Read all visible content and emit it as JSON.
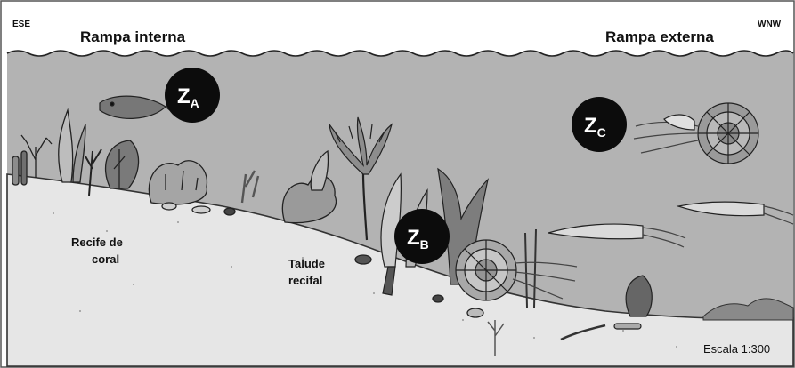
{
  "header": {
    "direction_left": "ESE",
    "direction_right": "WNW",
    "zone_left_title": "Rampa interna",
    "zone_right_title": "Rampa externa"
  },
  "zones": [
    {
      "letter": "Z",
      "sub": "A"
    },
    {
      "letter": "Z",
      "sub": "B"
    },
    {
      "letter": "Z",
      "sub": "C"
    }
  ],
  "labels": {
    "coral_reef_line1": "Recife de",
    "coral_reef_line2": "coral",
    "reef_slope_line1": "Talude",
    "reef_slope_line2": "recifal",
    "scale": "Escala 1:300"
  },
  "colors": {
    "sky": "#ffffff",
    "water": "#b3b3b3",
    "seafloor": "#e6e6e6",
    "zone_marker": "#0c0c0c"
  }
}
